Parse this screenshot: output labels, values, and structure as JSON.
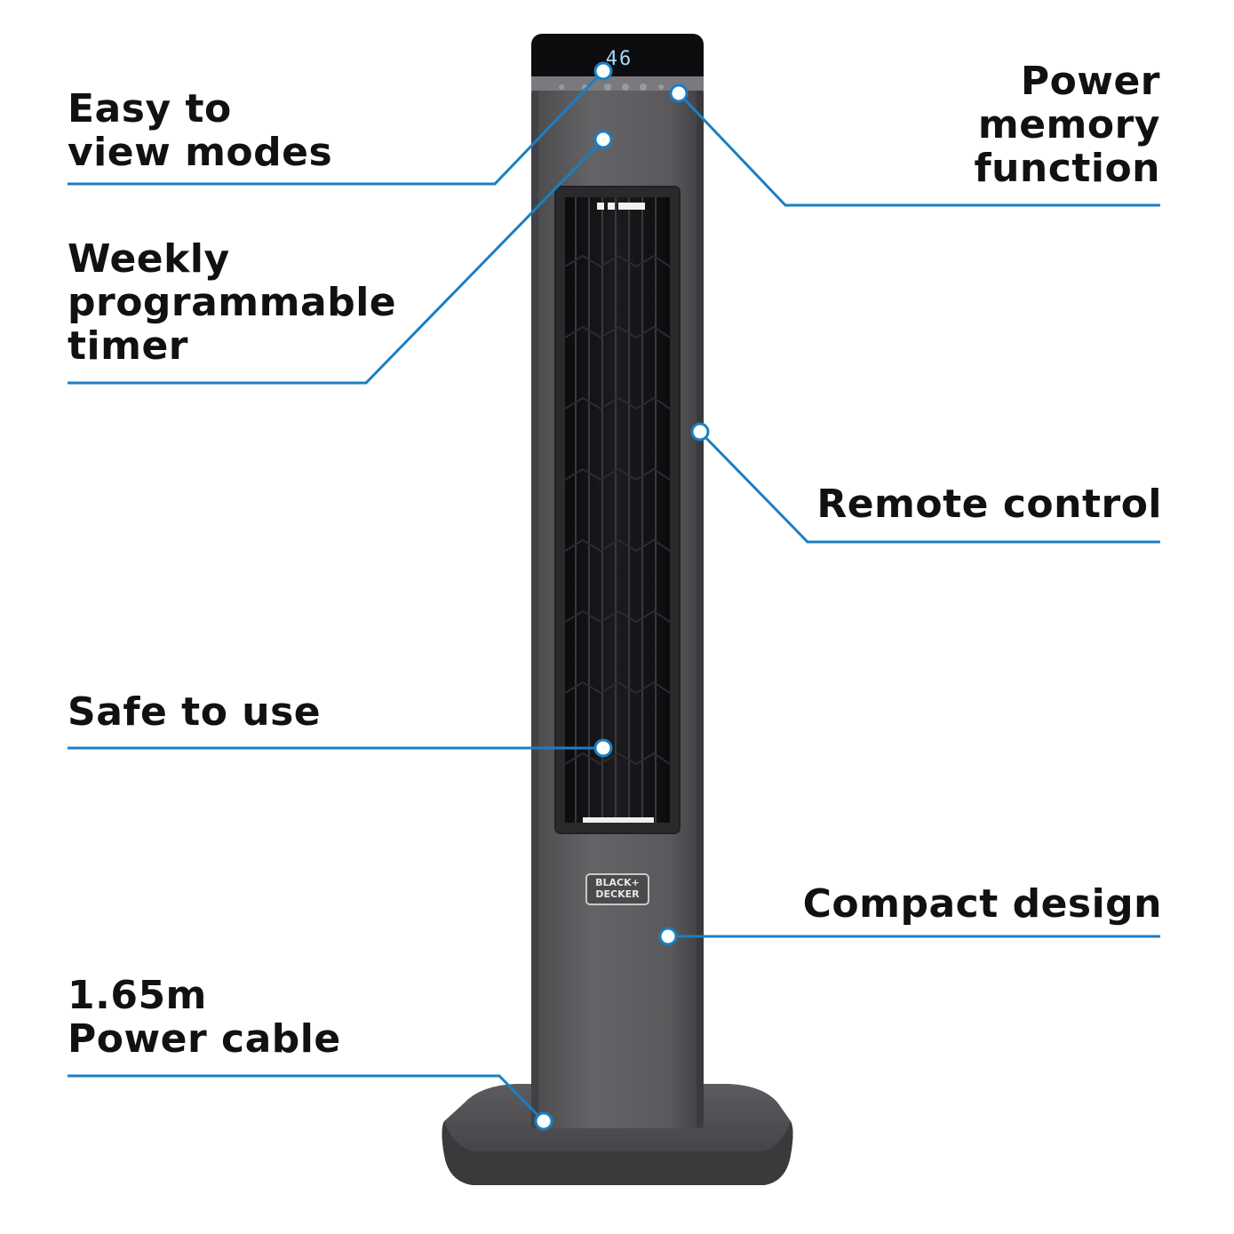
{
  "colors": {
    "accent": "#1a7fc4",
    "text": "#111111",
    "body": "#5a5a5d",
    "grille": "#111113"
  },
  "display": {
    "value": "46"
  },
  "brand": {
    "logo_text": "BLACK+ DECKER"
  },
  "features": {
    "view_modes": "Easy to\nview modes",
    "timer": "Weekly\nprogrammable\ntimer",
    "safe": "Safe to use",
    "cable": "1.65m\nPower cable",
    "memory": "Power\nmemory\nfunction",
    "remote": "Remote control",
    "compact": "Compact design"
  }
}
